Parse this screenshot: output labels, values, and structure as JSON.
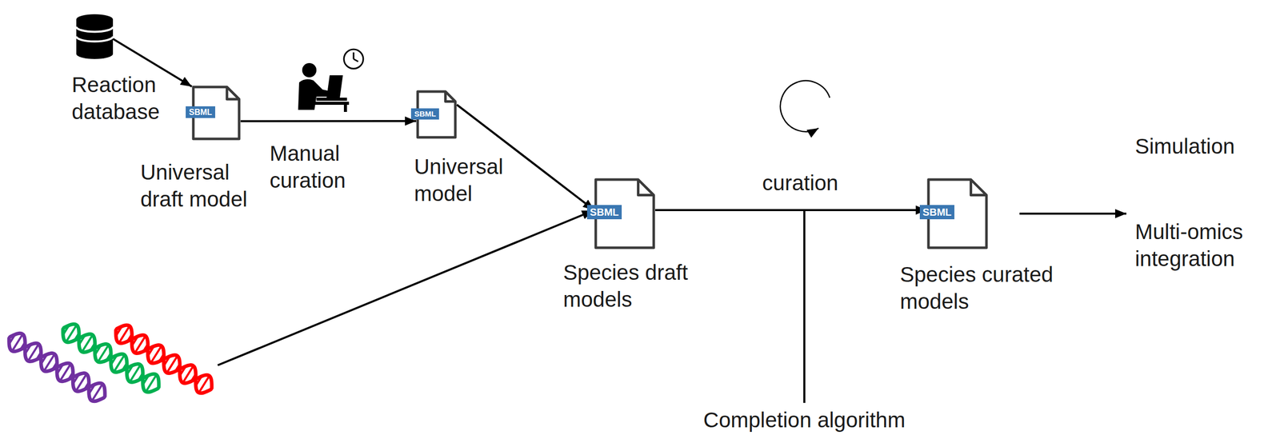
{
  "diagram": {
    "nodes": [
      {
        "text": [
          "Reaction database"
        ]
      },
      {
        "text": [
          "SBML",
          "Universal draft model"
        ]
      },
      {
        "text": [
          "SBML",
          "Universal model"
        ]
      },
      {
        "text": [
          "SBML",
          "Species draft models"
        ]
      },
      {
        "text": [
          "SBML",
          "Species curated models"
        ]
      }
    ],
    "edges": [
      {
        "from": 0,
        "to": 1,
        "arrow": "to"
      },
      {
        "from": 1,
        "to": 2,
        "arrow": "to",
        "label": "Manual curation"
      },
      {
        "from": 2,
        "to": 3,
        "arrow": "to"
      },
      {
        "from": 3,
        "to": 4,
        "arrow": "to",
        "label": "curation"
      }
    ],
    "labels": [
      "Simulation",
      "Multi-omics integration",
      "Completion algorithm"
    ]
  }
}
